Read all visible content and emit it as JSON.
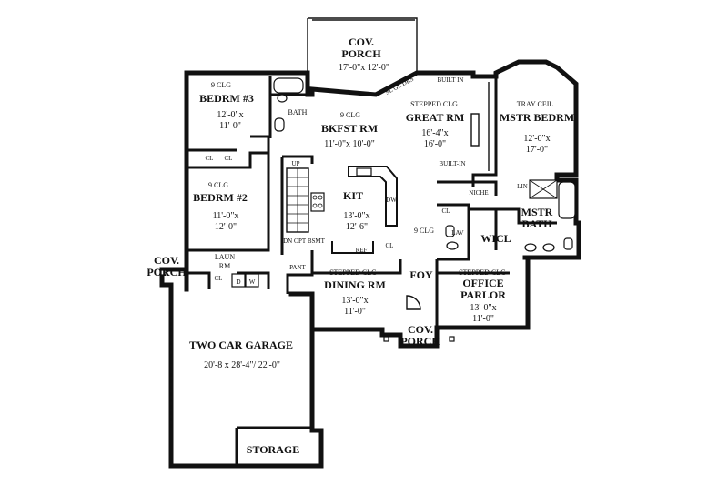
{
  "plan": {
    "rooms": {
      "cov_porch_top": {
        "name1": "COV.",
        "name2": "PORCH",
        "dims": "17'-0\"x 12'-0\""
      },
      "bedrm3": {
        "ceiling": "9 CLG",
        "name": "BEDRM #3",
        "dim1": "12'-0\"x",
        "dim2": "11'-0\""
      },
      "bath": {
        "name": "BATH"
      },
      "bkfst": {
        "ceiling": "9 CLG",
        "name": "BKFST RM",
        "dims": "11'-0\"x 10'-0\""
      },
      "great": {
        "ceiling": "STEPPED CLG",
        "name": "GREAT RM",
        "dim1": "16'-4\"x",
        "dim2": "16'-0\""
      },
      "mstr_bedrm": {
        "ceiling": "TRAY CEIL",
        "name": "MSTR BEDRM",
        "dim1": "12'-0\"x",
        "dim2": "17'-0\""
      },
      "bedrm2": {
        "ceiling": "9 CLG",
        "name": "BEDRM #2",
        "dim1": "11'-0\"x",
        "dim2": "12'-0\""
      },
      "kit": {
        "name": "KIT",
        "dim1": "13'-0\"x",
        "dim2": "12'-6\""
      },
      "mstr_bath": {
        "name1": "MSTR",
        "name2": "BATH"
      },
      "wicl": {
        "name": "WICL"
      },
      "foy": {
        "ceiling": "9 CLG",
        "name": "FOY"
      },
      "dining": {
        "ceiling": "STEPPED CLG",
        "name": "DINING RM",
        "dim1": "13'-0\"x",
        "dim2": "11'-0\""
      },
      "office": {
        "ceiling": "STEPPED CLG",
        "name1": "OFFICE",
        "name2": "PARLOR",
        "dim1": "13'-0\"x",
        "dim2": "11'-0\""
      },
      "laun": {
        "name1": "LAUN",
        "name2": "RM"
      },
      "cov_porch_left": {
        "name1": "COV.",
        "name2": "PORCH"
      },
      "cov_porch_front": {
        "name1": "COV.",
        "name2": "PORCH"
      },
      "garage": {
        "name": "TWO CAR GARAGE",
        "dims": "20'-8 x 28'-4\"/ 22'-0\""
      },
      "storage": {
        "name": "STORAGE"
      }
    },
    "labels": {
      "sl_gl_drs": "SL GL DRS",
      "built_in_top": "BUILT IN",
      "built_in_mid": "BUILT-IN",
      "niche": "NICHE",
      "lin": "LIN",
      "lav": "LAV",
      "cl_a": "CL",
      "cl_b": "CL",
      "cl_c": "CL",
      "cl_d": "CL",
      "cl_e": "CL",
      "up": "UP",
      "dn_attic": "DN OPT BSMT",
      "pant": "PANT",
      "ref": "REF",
      "dw": "DW",
      "washer": "W",
      "dryer": "D"
    }
  }
}
